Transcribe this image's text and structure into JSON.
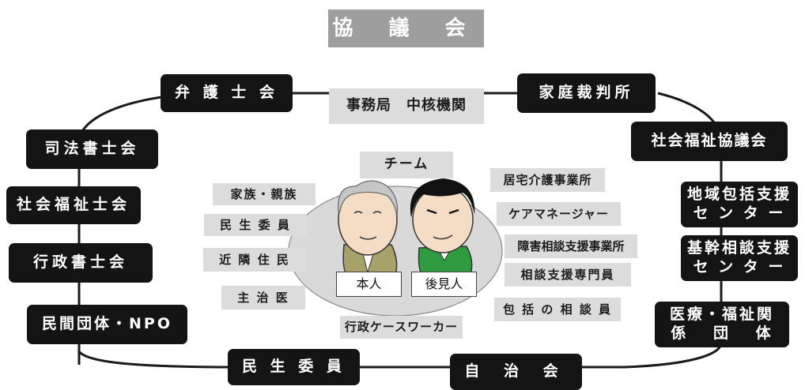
{
  "title": "協 議 会",
  "center": {
    "office": "事務局　中核機関",
    "team": "チーム"
  },
  "person_labels": {
    "principal": "本人",
    "guardian": "後見人"
  },
  "outer_ring": {
    "lawyer": "弁 護 士 会",
    "family_court": "家庭裁判所",
    "scrivener": "司法書士会",
    "social_council": "社会福祉協議会",
    "social_worker": "社会福祉士会",
    "community_center_1": "地域包括支援",
    "community_center_2": "セ ン タ ー",
    "core_center_1": "基幹相談支援",
    "core_center_2": "セ ン タ ー",
    "admin_scrivener": "行政書士会",
    "private_npo": "民間団体・NPO",
    "medical_1": "医療・福祉関",
    "medical_2": "係　 団　 体",
    "welfare_commissioner": "民 生 委 員",
    "self_government": "自 治 会"
  },
  "team_left": {
    "family": "家族・親族",
    "commissioner": "民 生 委 員",
    "neighbors": "近 隣 住 民",
    "doctor": "主 治 医"
  },
  "team_right": {
    "care_office": "居宅介護事業所",
    "care_manager": "ケアマネージャー",
    "disability_office": "障害相談支援事業所",
    "specialist": "相談支援専門員",
    "general_consultant": "包 括 の 相 談 員"
  },
  "team_bottom": {
    "case_worker": "行政ケースワーカー"
  },
  "colors": {
    "dark": "#141414",
    "gray": "#9e9e9e",
    "light_gray": "#dcdcdc",
    "oval": "#d9d9d9"
  }
}
